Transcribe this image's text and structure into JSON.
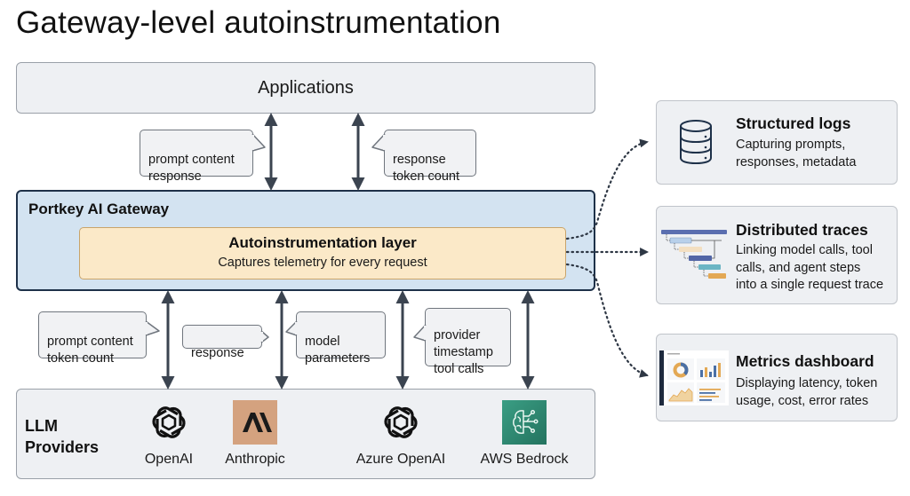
{
  "title": "Gateway-level autoinstrumentation",
  "applications": {
    "label": "Applications"
  },
  "app_callouts": [
    {
      "text": "prompt content\nresponse"
    },
    {
      "text": "response\ntoken count"
    }
  ],
  "gateway": {
    "title": "Portkey AI Gateway",
    "layer_title": "Autoinstrumentation layer",
    "layer_subtitle": "Captures telemetry for every request"
  },
  "provider_callouts": [
    {
      "text": "prompt content\ntoken count"
    },
    {
      "text": "response"
    },
    {
      "text": "model\nparameters"
    },
    {
      "text": "provider\ntimestamp\ntool calls"
    }
  ],
  "providers": {
    "title": "LLM\nProviders",
    "items": [
      {
        "name": "OpenAI",
        "icon": "openai-logo-icon"
      },
      {
        "name": "Anthropic",
        "icon": "anthropic-logo-icon",
        "color": "#d4a27f"
      },
      {
        "name": "Azure OpenAI",
        "icon": "openai-logo-icon"
      },
      {
        "name": "AWS Bedrock",
        "icon": "aws-bedrock-logo-icon",
        "color": "#2e8a74"
      }
    ]
  },
  "outputs": [
    {
      "title": "Structured logs",
      "description": "Capturing prompts,\nresponses, metadata",
      "icon": "database-icon"
    },
    {
      "title": "Distributed traces",
      "description": "Linking model calls, tool\ncalls, and agent steps\ninto a single request trace",
      "icon": "trace-waterfall-icon"
    },
    {
      "title": "Metrics dashboard",
      "description": "Displaying latency, token\nusage, cost, error rates",
      "icon": "dashboard-icon"
    }
  ],
  "colors": {
    "gateway_fill": "#d3e3f1",
    "gateway_border": "#1e3149",
    "layer_fill": "#fbe9c8",
    "arrow": "#3b4450"
  }
}
